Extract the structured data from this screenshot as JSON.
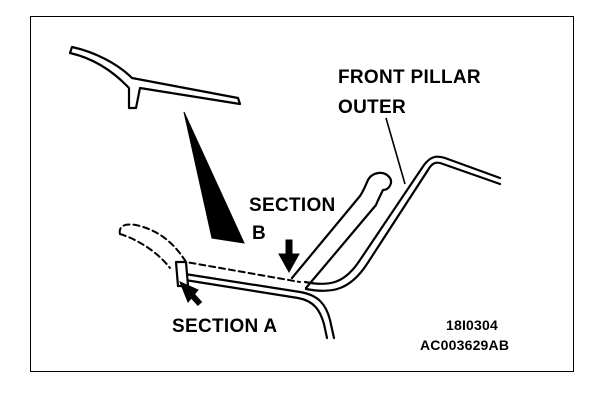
{
  "labels": {
    "front_pillar_line1": "FRONT PILLAR",
    "front_pillar_line2": "OUTER",
    "section_b_line1": "SECTION",
    "section_b_line2": "B",
    "section_a": "SECTION A",
    "code_1": "18I0304",
    "code_2": "AC003629AB"
  },
  "colors": {
    "ink": "#000000",
    "paper": "#ffffff"
  }
}
